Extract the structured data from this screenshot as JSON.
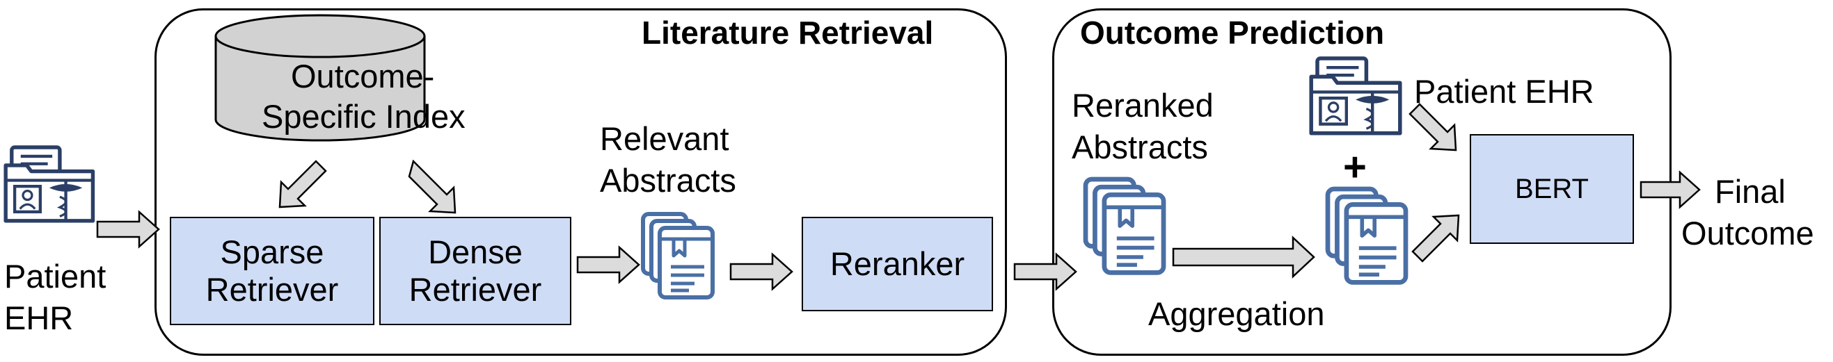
{
  "retrieval": {
    "title": "Literature Retrieval",
    "index_line1": "Outcome-",
    "index_line2": "Specific Index",
    "sparse_line1": "Sparse",
    "sparse_line2": "Retriever",
    "dense_line1": "Dense",
    "dense_line2": "Retriever",
    "relevant_line1": "Relevant",
    "relevant_line2": "Abstracts",
    "reranker": "Reranker"
  },
  "prediction": {
    "title": "Outcome Prediction",
    "reranked_line1": "Reranked",
    "reranked_line2": "Abstracts",
    "aggregation": "Aggregation",
    "patient_ehr": "Patient EHR",
    "plus": "+",
    "bert": "BERT"
  },
  "input": {
    "line1": "Patient",
    "line2": "EHR"
  },
  "output": {
    "line1": "Final",
    "line2": "Outcome"
  },
  "colors": {
    "box_fill": "#cfdcf6",
    "icon_blue": "#4a6fa5",
    "arrow_fill": "#dcdcdc",
    "cylinder_fill": "#d2d2d2"
  }
}
